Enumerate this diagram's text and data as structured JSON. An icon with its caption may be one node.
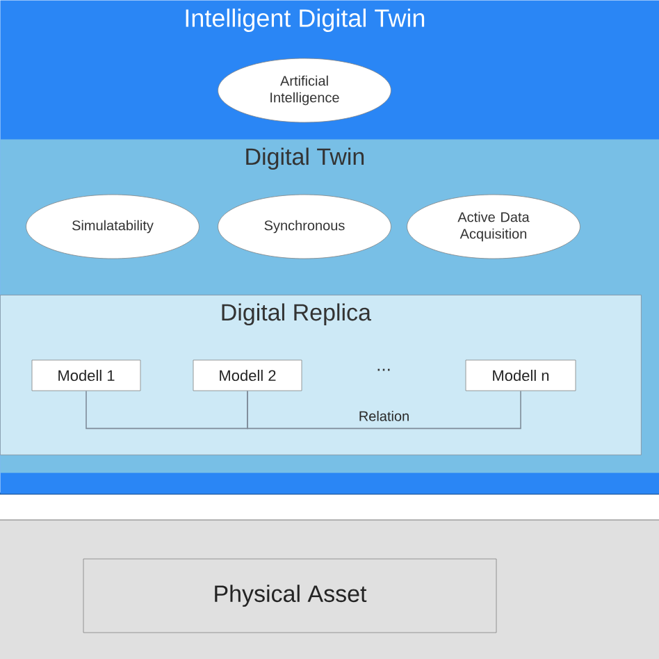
{
  "diagram": {
    "nodes": [
      {
        "text": [
          "Intelligent Digital Twin"
        ]
      },
      {
        "text": [
          "Artificial Intelligence"
        ],
        "in": 0
      },
      {
        "text": [
          "Digital Twin"
        ],
        "in": 0
      },
      {
        "text": [
          "Simulatability"
        ],
        "in": 2
      },
      {
        "text": [
          "Synchronous"
        ],
        "in": 2
      },
      {
        "text": [
          "Active Data Acquisition"
        ],
        "in": 2
      },
      {
        "text": [
          "Digital Replica"
        ],
        "in": 2
      },
      {
        "text": [
          "Modell 1"
        ],
        "in": 6
      },
      {
        "text": [
          "Modell 2"
        ],
        "in": 6
      },
      {
        "text": [
          "Modell n"
        ],
        "in": 6
      },
      {
        "text": [
          "Physical Asset"
        ]
      }
    ],
    "edges": [
      {
        "from": 7,
        "to": 8,
        "arrow": "none"
      },
      {
        "from": 8,
        "to": 9,
        "arrow": "none",
        "label": "Relation"
      }
    ],
    "labels": [
      "..."
    ]
  }
}
